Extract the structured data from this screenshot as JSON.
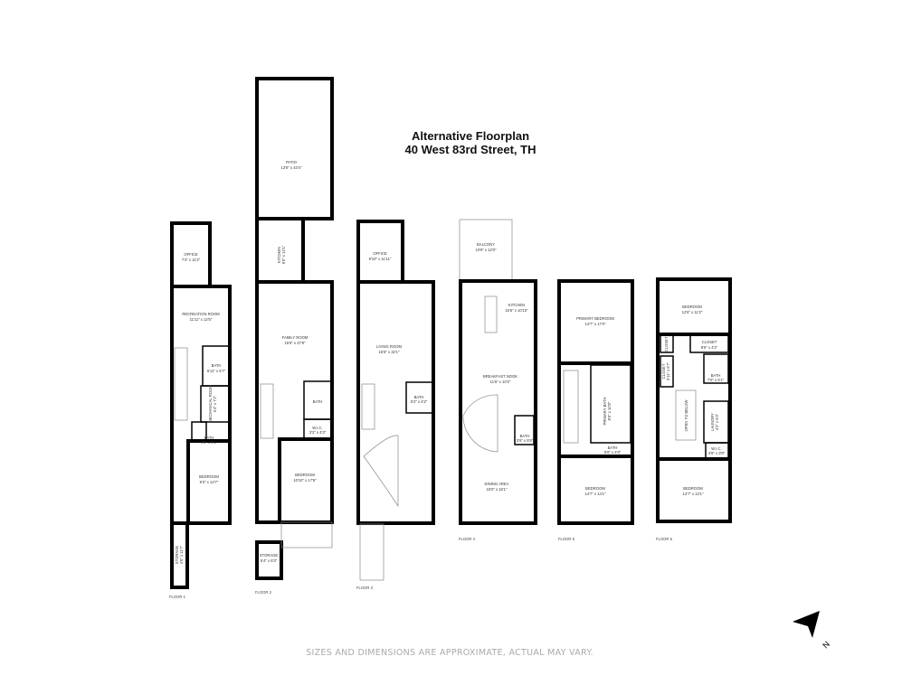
{
  "header": {
    "title": "Alternative Floorplan",
    "subtitle": "40 West 83rd Street, TH"
  },
  "footer": {
    "disclaimer": "SIZES AND DIMENSIONS ARE APPROXIMATE, ACTUAL MAY VARY."
  },
  "compass": {
    "label": "N"
  },
  "floors": {
    "f1": {
      "label": "FLOOR 1",
      "rooms": [
        {
          "name": "OFFICE",
          "dims": "7'3\" x 11'2\""
        },
        {
          "name": "RECREATION ROOM",
          "dims": "11'11\" x 12'5\""
        },
        {
          "name": "BATH",
          "dims": "6'11\" x 5'7\""
        },
        {
          "name": "MECHANICAL ROOM",
          "dims": "6'4\" x 7'2\""
        },
        {
          "name": "BATH",
          "dims": "4'9\" x 4'1\""
        },
        {
          "name": "BEDROOM",
          "dims": "9'3\" x 14'7\""
        },
        {
          "name": "STORAGE",
          "dims": "4'6\" x 11'7\""
        }
      ]
    },
    "f2": {
      "label": "FLOOR 2",
      "rooms": [
        {
          "name": "PATIO",
          "dims": "13'6\" x 43'4\""
        },
        {
          "name": "KITCHEN",
          "dims": "9'0\" x 13'1\""
        },
        {
          "name": "FAMILY ROOM",
          "dims": "15'6\" x 27'9\""
        },
        {
          "name": "BATH",
          "dims": ""
        },
        {
          "name": "W.I.C.",
          "dims": "3'2\" x 4'3\""
        },
        {
          "name": "BEDROOM",
          "dims": "10'10\" x 17'5\""
        },
        {
          "name": "STORAGE",
          "dims": "5'4\" x 6'3\""
        }
      ]
    },
    "f3": {
      "label": "FLOOR 3",
      "rooms": [
        {
          "name": "OFFICE",
          "dims": "9'10\" x 11'11\""
        },
        {
          "name": "LIVING ROOM",
          "dims": "15'6\" x 32'1\""
        },
        {
          "name": "BATH",
          "dims": "5'2\" x 4'2\""
        }
      ]
    },
    "f4": {
      "label": "FLOOR 4",
      "rooms": [
        {
          "name": "BALCONY",
          "dims": "10'8\" x 12'0\""
        },
        {
          "name": "KITCHEN",
          "dims": "15'6\" x 10'10\""
        },
        {
          "name": "BREAKFAST NOOK",
          "dims": "11'6\" x 10'2\""
        },
        {
          "name": "BATH",
          "dims": "3'6\" x 5'5\""
        },
        {
          "name": "DINING AREA",
          "dims": "15'0\" x 16'1\""
        }
      ]
    },
    "f5": {
      "label": "FLOOR 5",
      "rooms": [
        {
          "name": "PRIMARY BEDROOM",
          "dims": "14'7\" x 17'0\""
        },
        {
          "name": "PRIMARY BATH",
          "dims": "8'0\" x 10'8\""
        },
        {
          "name": "BATH",
          "dims": "5'0\" x 4'8\""
        },
        {
          "name": "BEDROOM",
          "dims": "14'7\" x 14'1\""
        }
      ]
    },
    "f6": {
      "label": "FLOOR 6",
      "rooms": [
        {
          "name": "BEDROOM",
          "dims": "12'6\" x 11'2\""
        },
        {
          "name": "CLOSET",
          "dims": ""
        },
        {
          "name": "CLOSET",
          "dims": "8'6\" x 4'2\""
        },
        {
          "name": "CLOSET",
          "dims": "3'11\" x 6'7\""
        },
        {
          "name": "BATH",
          "dims": "7'0\" x 5'1\""
        },
        {
          "name": "OPEN TO BELOW",
          "dims": ""
        },
        {
          "name": "LAUNDRY",
          "dims": "4'2\" x 6'3\""
        },
        {
          "name": "W.I.C.",
          "dims": "4'8\" x 3'9\""
        },
        {
          "name": "BEDROOM",
          "dims": "14'7\" x 13'1\""
        }
      ]
    }
  }
}
